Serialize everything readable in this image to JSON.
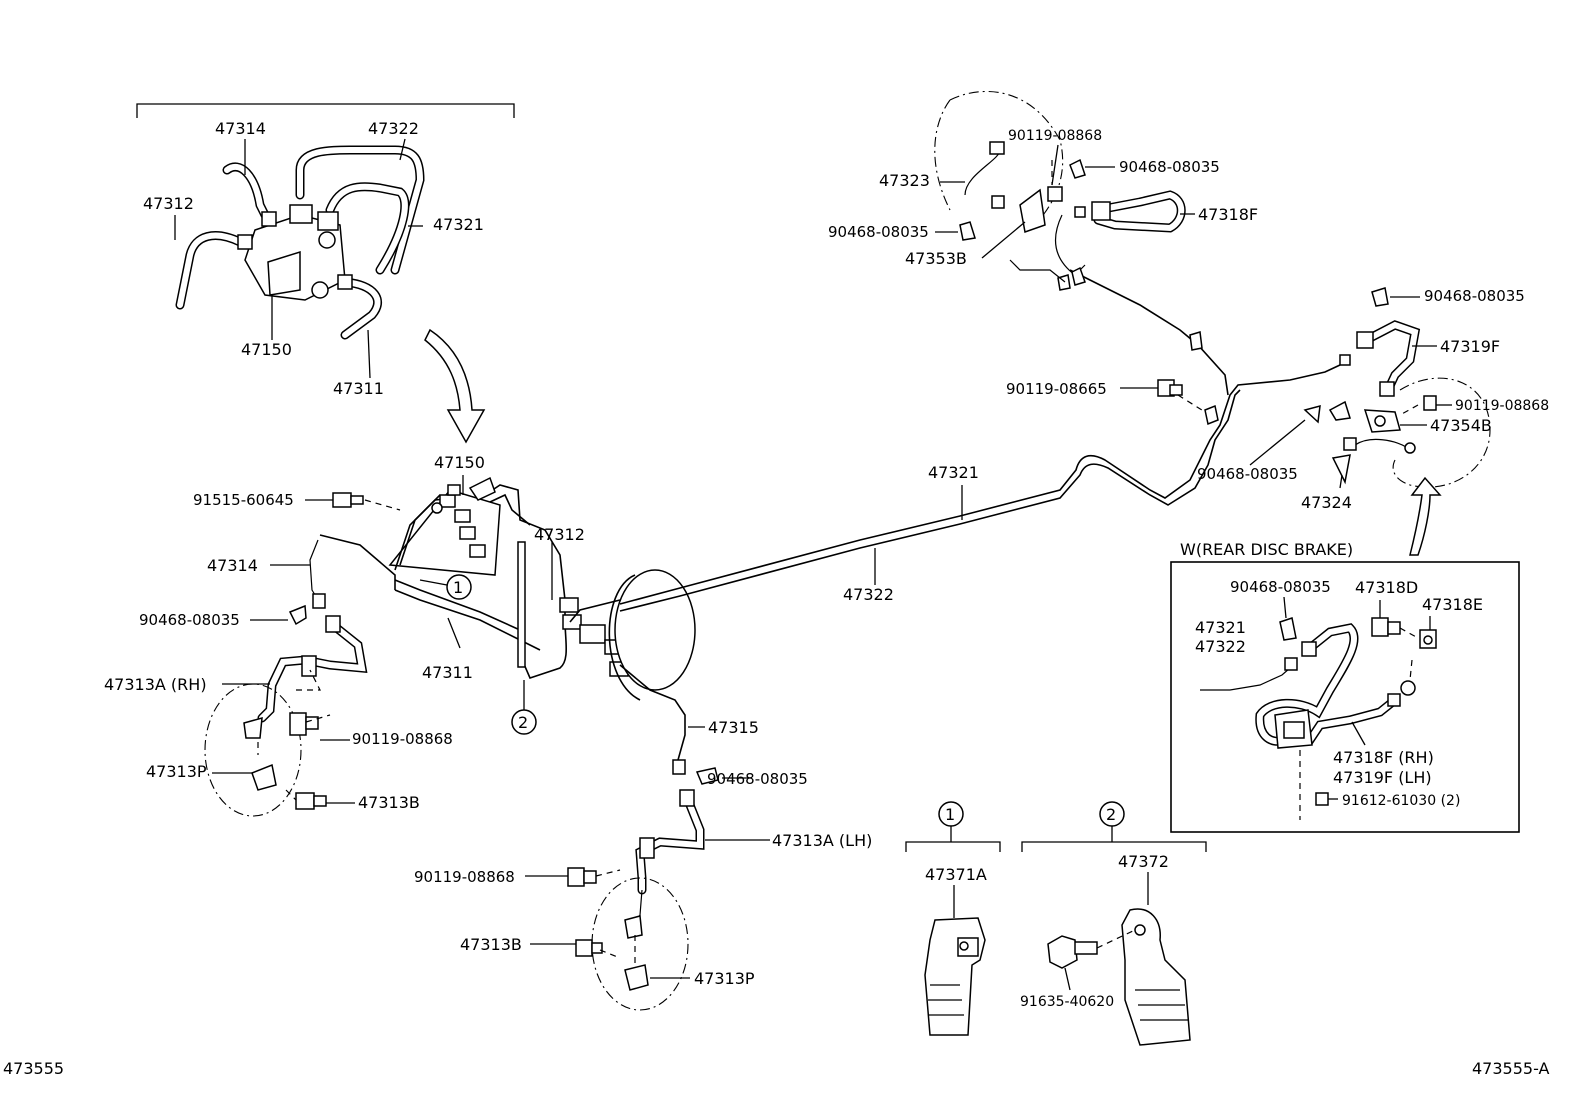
{
  "labels": {
    "top_47314": "47314",
    "top_47322": "47322",
    "top_47312": "47312",
    "top_47321": "47321",
    "top_47150": "47150",
    "top_47311": "47311",
    "mid_47150": "47150",
    "mid_91515": "91515-60645",
    "mid_47314": "47314",
    "mid_90468": "90468-08035",
    "mid_47313A_RH": "47313A (RH)",
    "mid_90119": "90119-08868",
    "mid_47313P": "47313P",
    "mid_47313B": "47313B",
    "mid_47312": "47312",
    "mid_47311": "47311",
    "mid_47315": "47315",
    "mid_90468_b": "90468-08035",
    "mid_47313A_LH": "47313A (LH)",
    "low_90119": "90119-08868",
    "low_47313B": "47313B",
    "low_47313P": "47313P",
    "line_47321": "47321",
    "line_47322": "47322",
    "tr_90119": "90119-08868",
    "tr_90468_a": "90468-08035",
    "tr_47323": "47323",
    "tr_47318F": "47318F",
    "tr_90468_b": "90468-08035",
    "tr_47353B": "47353B",
    "tr_90468_c": "90468-08035",
    "tr_47319F": "47319F",
    "tr_90119_b": "90119-08665",
    "tr_90119_c": "90119-08868",
    "tr_47354B": "47354B",
    "tr_90468_d": "90468-08035",
    "tr_47324": "47324",
    "box_title": "W(REAR DISC BRAKE)",
    "box_90468": "90468-08035",
    "box_47318D": "47318D",
    "box_47318E": "47318E",
    "box_47321": "47321",
    "box_47322": "47322",
    "box_47318F": "47318F (RH)",
    "box_47319F": "47319F (LH)",
    "box_91612": "91612-61030 (2)",
    "callout_1": "1",
    "callout_2": "2",
    "clamp1_num": "1",
    "clamp1_part": "47371A",
    "clamp2_num": "2",
    "clamp2_part": "47372",
    "clamp2_bolt": "91635-40620",
    "footer_left": "473555",
    "footer_right": "473555-A"
  }
}
